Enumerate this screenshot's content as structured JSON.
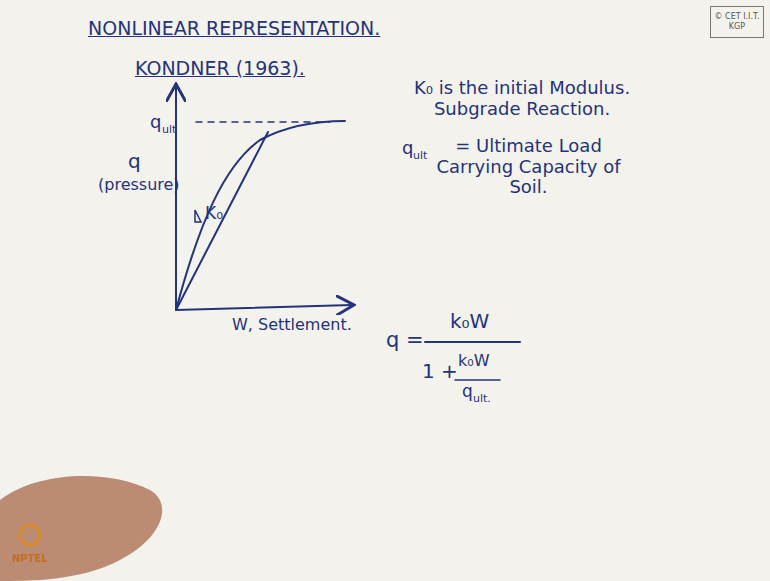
{
  "diagram": {
    "title": "NONLINEAR REPRESENTATION.",
    "nodes": [
      {
        "text": [
          "© CET I.I.T. KGP"
        ]
      }
    ],
    "labels": [
      "KONDNER (1963).",
      "q",
      "ult",
      "q",
      "(pressure)",
      "K₀",
      "W, Settlement.",
      "K₀ is the initial Modulus. Subgrade Reaction.",
      "q",
      "ult",
      "= Ultimate Load Carrying Capacity of Soil.",
      "q =",
      "k₀W",
      "1 +",
      "k₀W",
      "q",
      "ult.",
      "NPTEL"
    ]
  }
}
